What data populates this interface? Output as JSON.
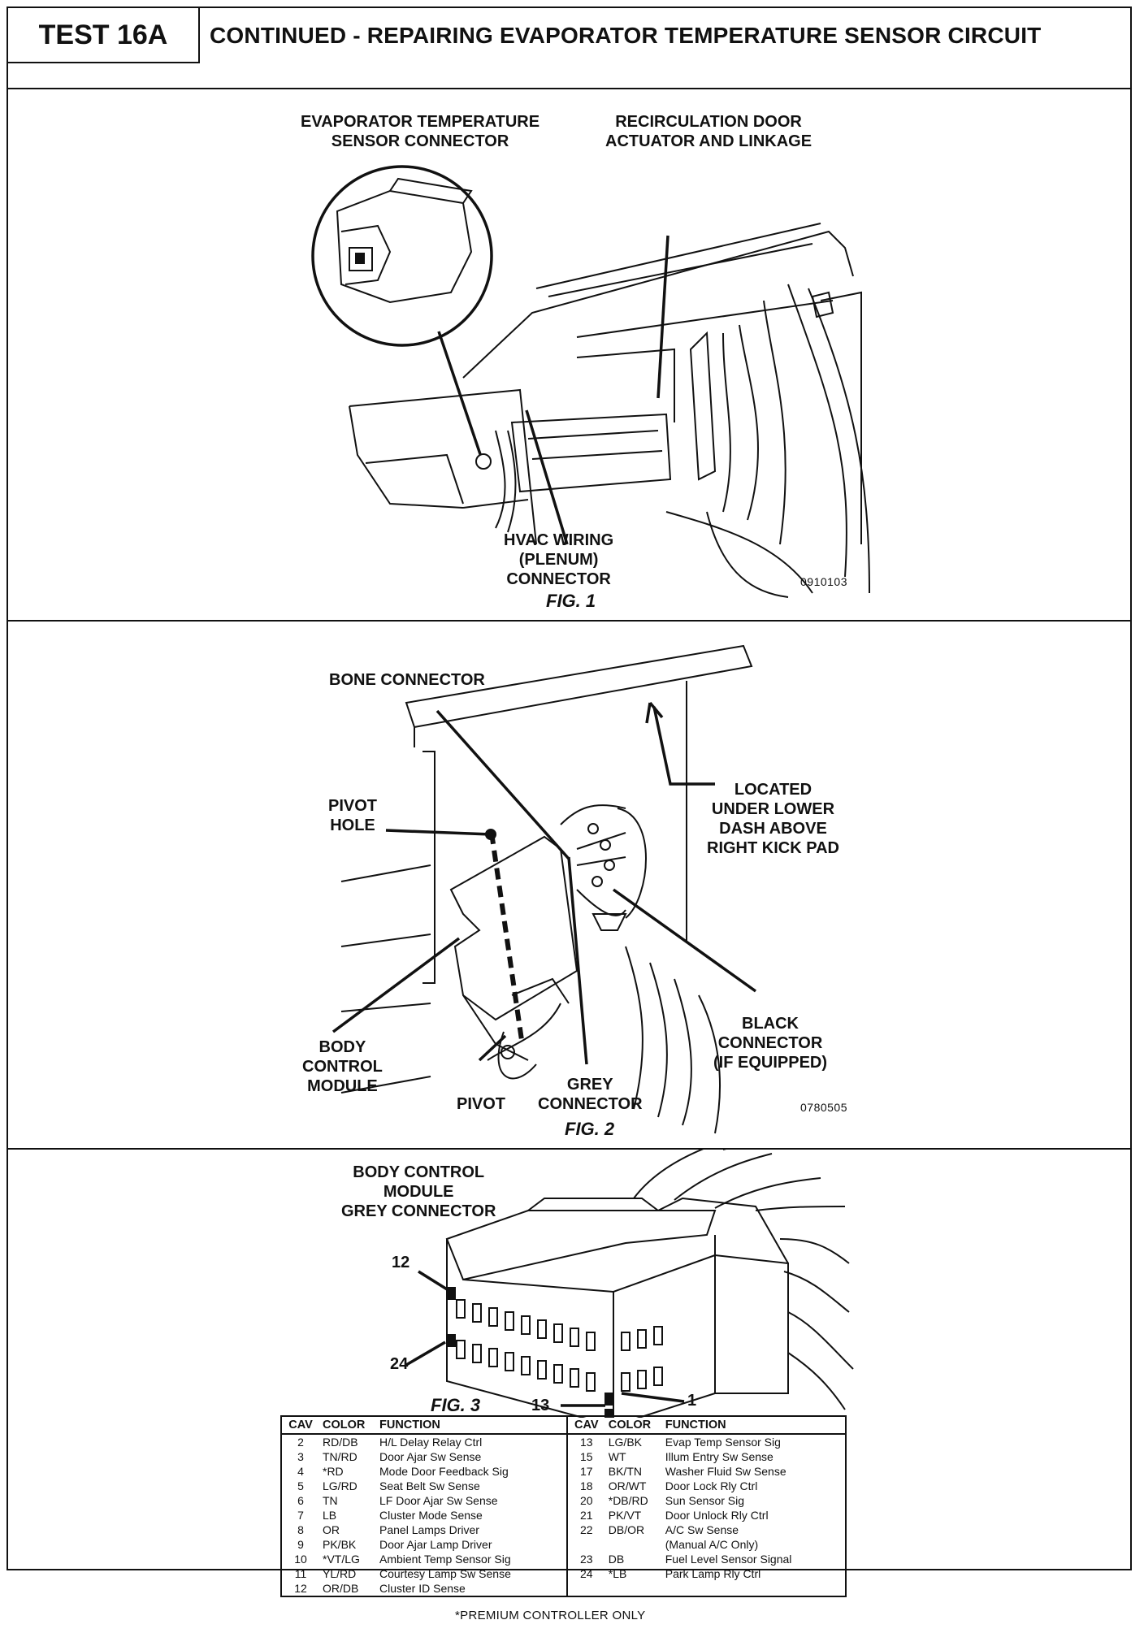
{
  "header": {
    "test_id": "TEST 16A",
    "title": "CONTINUED - REPAIRING EVAPORATOR TEMPERATURE SENSOR CIRCUIT"
  },
  "fig1": {
    "label_sensor_connector": "EVAPORATOR TEMPERATURE\nSENSOR CONNECTOR",
    "label_recirc_door": "RECIRCULATION DOOR\nACTUATOR AND LINKAGE",
    "label_hvac_wiring": "HVAC WIRING\n(PLENUM)\nCONNECTOR",
    "caption": "FIG. 1",
    "code": "0910103"
  },
  "fig2": {
    "label_bone": "BONE CONNECTOR",
    "label_located": "LOCATED\nUNDER LOWER\nDASH ABOVE\nRIGHT KICK PAD",
    "label_pivot_hole": "PIVOT\nHOLE",
    "label_bcm": "BODY\nCONTROL\nMODULE",
    "label_pivot": "PIVOT",
    "label_grey": "GREY\nCONNECTOR",
    "label_black": "BLACK\nCONNECTOR\n(IF EQUIPPED)",
    "caption": "FIG. 2",
    "code": "0780505"
  },
  "fig3": {
    "title": "BODY CONTROL\nMODULE\nGREY CONNECTOR",
    "pin_12": "12",
    "pin_24": "24",
    "pin_13": "13",
    "pin_1": "1",
    "caption": "FIG. 3"
  },
  "pin_table": {
    "headers": {
      "cav": "CAV",
      "color": "COLOR",
      "function": "FUNCTION"
    },
    "rows": [
      {
        "l_cav": "2",
        "l_color": "RD/DB",
        "l_func": "H/L Delay Relay Ctrl",
        "r_cav": "13",
        "r_color": "LG/BK",
        "r_func": "Evap Temp Sensor Sig"
      },
      {
        "l_cav": "3",
        "l_color": "TN/RD",
        "l_func": "Door Ajar Sw Sense",
        "r_cav": "15",
        "r_color": "WT",
        "r_func": "Illum Entry Sw Sense"
      },
      {
        "l_cav": "4",
        "l_color": "*RD",
        "l_func": "Mode Door Feedback Sig",
        "r_cav": "17",
        "r_color": "BK/TN",
        "r_func": "Washer Fluid Sw Sense"
      },
      {
        "l_cav": "5",
        "l_color": "LG/RD",
        "l_func": "Seat Belt Sw Sense",
        "r_cav": "18",
        "r_color": "OR/WT",
        "r_func": "Door Lock Rly Ctrl"
      },
      {
        "l_cav": "6",
        "l_color": "TN",
        "l_func": "LF Door Ajar Sw Sense",
        "r_cav": "20",
        "r_color": "*DB/RD",
        "r_func": "Sun Sensor Sig"
      },
      {
        "l_cav": "7",
        "l_color": "LB",
        "l_func": "Cluster Mode Sense",
        "r_cav": "21",
        "r_color": "PK/VT",
        "r_func": "Door Unlock Rly Ctrl"
      },
      {
        "l_cav": "8",
        "l_color": "OR",
        "l_func": "Panel Lamps Driver",
        "r_cav": "22",
        "r_color": "DB/OR",
        "r_func": "A/C Sw Sense"
      },
      {
        "l_cav": "9",
        "l_color": "PK/BK",
        "l_func": "Door Ajar Lamp Driver",
        "r_cav": "",
        "r_color": "",
        "r_func": "(Manual A/C Only)"
      },
      {
        "l_cav": "10",
        "l_color": "*VT/LG",
        "l_func": "Ambient Temp Sensor Sig",
        "r_cav": "23",
        "r_color": "DB",
        "r_func": "Fuel Level Sensor Signal"
      },
      {
        "l_cav": "11",
        "l_color": "YL/RD",
        "l_func": "Courtesy Lamp Sw Sense",
        "r_cav": "24",
        "r_color": "*LB",
        "r_func": "Park Lamp Rly Ctrl"
      },
      {
        "l_cav": "12",
        "l_color": "OR/DB",
        "l_func": "Cluster ID Sense",
        "r_cav": "",
        "r_color": "",
        "r_func": ""
      }
    ]
  },
  "footnote": "*PREMIUM CONTROLLER ONLY"
}
